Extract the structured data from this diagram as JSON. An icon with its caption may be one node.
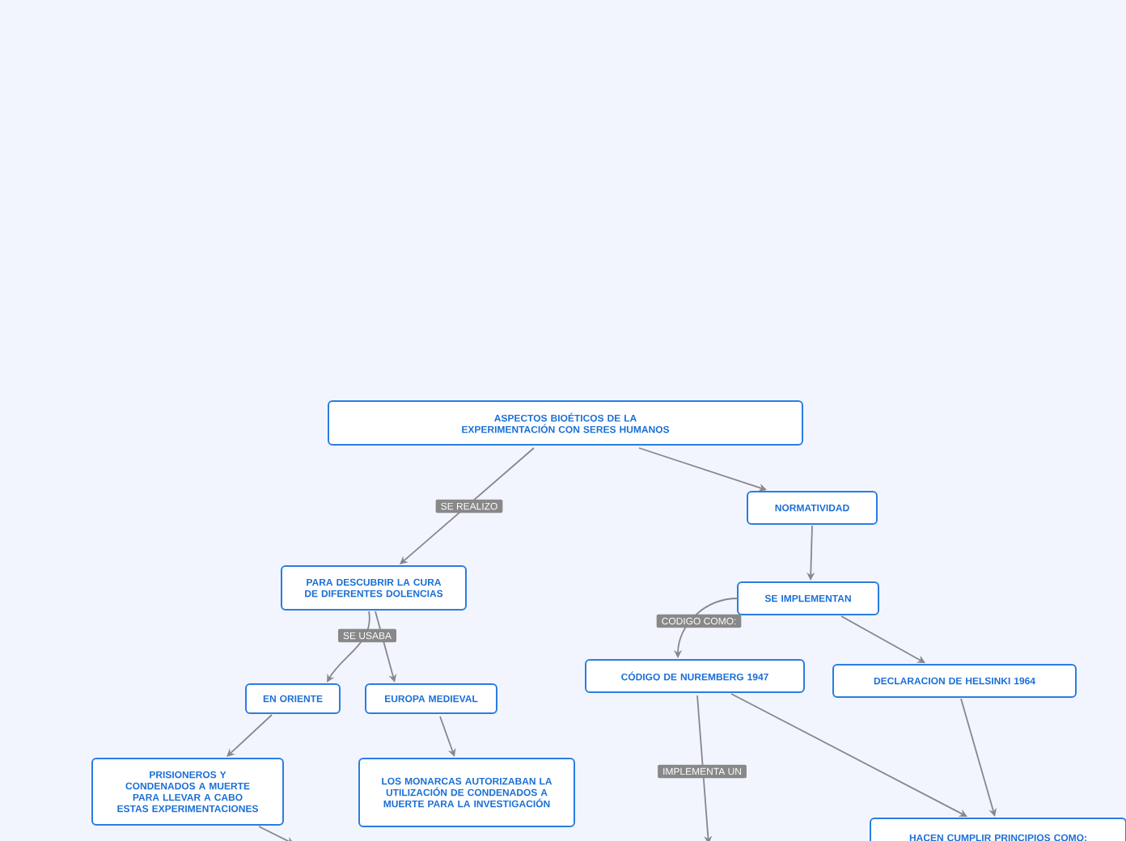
{
  "diagram": {
    "nodes": [
      {
        "text": [
          "ASPECTOS BIOÉTICOS DE LA EXPERIMENTACIÓN  CON SERES HUMANOS"
        ]
      },
      {
        "text": [
          "PARA DESCUBRIR LA CURA DE  DIFERENTES DOLENCIAS"
        ]
      },
      {
        "text": [
          "NORMATIVIDAD"
        ]
      },
      {
        "text": [
          "SE IMPLEMENTAN"
        ]
      },
      {
        "text": [
          "EN ORIENTE"
        ]
      },
      {
        "text": [
          "EUROPA MEDIEVAL"
        ]
      },
      {
        "text": [
          "PRISIONEROS Y CONDENADOS A MUERTE PARA LLEVAR A CABO ESTAS EXPERIMENTACIONES"
        ]
      },
      {
        "text": [
          "LOS MONARCAS AUTORIZABAN LA UTILIZACIÓN DE CONDENADOS A MUERTE PARA LA INVESTIGACIÓN"
        ]
      },
      {
        "text": [
          "CÓDIGO DE NUREMBERG 1947"
        ]
      },
      {
        "text": [
          "DECLARACION DE HELSINKI 1964"
        ]
      },
      {
        "text": [
          "HACEN CUMPLIR PRINCIPIOS COMO:"
        ]
      }
    ],
    "edges": [
      {
        "from": 0,
        "to": 1,
        "arrow": "to",
        "label": "SE REALIZO"
      },
      {
        "from": 0,
        "to": 2,
        "arrow": "to"
      },
      {
        "from": 1,
        "to": 4,
        "arrow": "to",
        "label": "SE USABA"
      },
      {
        "from": 1,
        "to": 5,
        "arrow": "to"
      },
      {
        "from": 4,
        "to": 6,
        "arrow": "to"
      },
      {
        "from": 5,
        "to": 7,
        "arrow": "to"
      },
      {
        "from": 6,
        "to": null,
        "arrow": "to"
      },
      {
        "from": 2,
        "to": 3,
        "arrow": "to"
      },
      {
        "from": 3,
        "to": 8,
        "arrow": "to",
        "label": "CODIGO COMO:"
      },
      {
        "from": 3,
        "to": 9,
        "arrow": "to"
      },
      {
        "from": 8,
        "to": 10,
        "arrow": "to"
      },
      {
        "from": 9,
        "to": 10,
        "arrow": "to"
      },
      {
        "from": 8,
        "to": null,
        "arrow": "to",
        "label": "IMPLEMENTA UN"
      }
    ]
  }
}
